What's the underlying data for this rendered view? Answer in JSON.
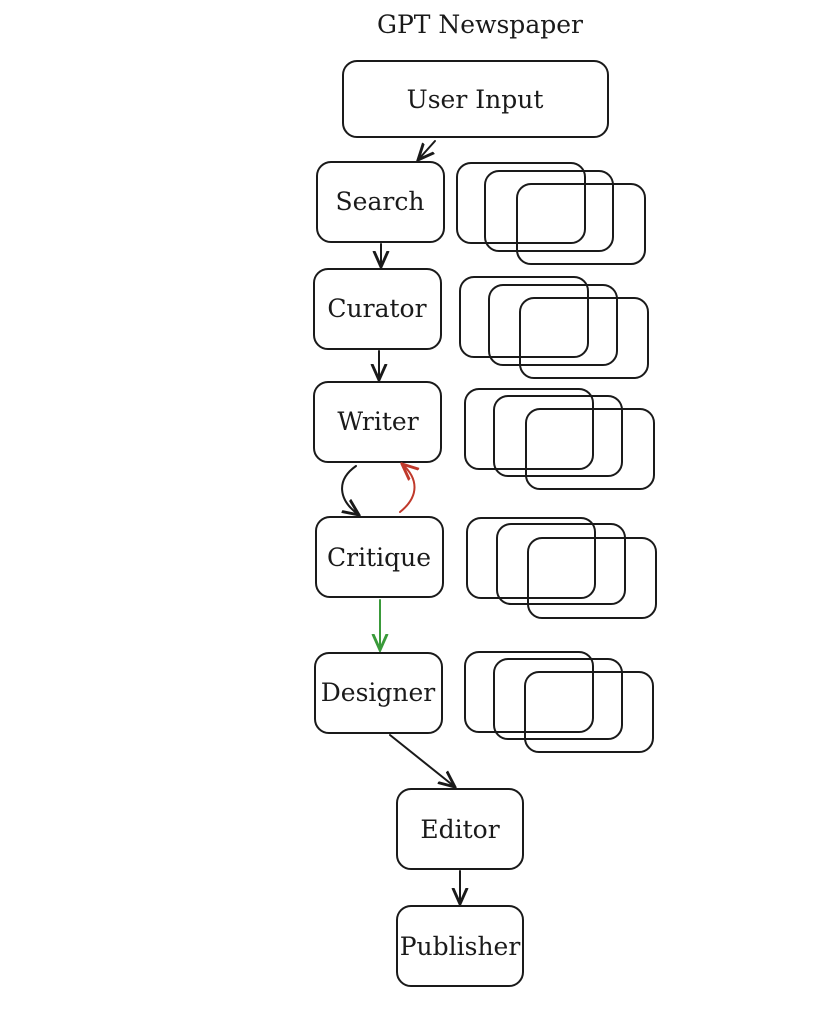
{
  "diagram": {
    "title": "GPT Newspaper",
    "nodes": {
      "user_input": "User Input",
      "search": "Search",
      "curator": "Curator",
      "writer": "Writer",
      "critique": "Critique",
      "designer": "Designer",
      "editor": "Editor",
      "publisher": "Publisher"
    },
    "edges": [
      {
        "from": "User Input",
        "to": "Search"
      },
      {
        "from": "Search",
        "to": "Curator"
      },
      {
        "from": "Curator",
        "to": "Writer"
      },
      {
        "from": "Writer",
        "to": "Critique"
      },
      {
        "from": "Critique",
        "to": "Writer"
      },
      {
        "from": "Critique",
        "to": "Designer"
      },
      {
        "from": "Designer",
        "to": "Editor"
      },
      {
        "from": "Editor",
        "to": "Publisher"
      }
    ],
    "colors": {
      "stroke": "#1a1a1a",
      "feedback_edge": "#c0392b",
      "approve_edge": "#3a9a3a"
    }
  }
}
